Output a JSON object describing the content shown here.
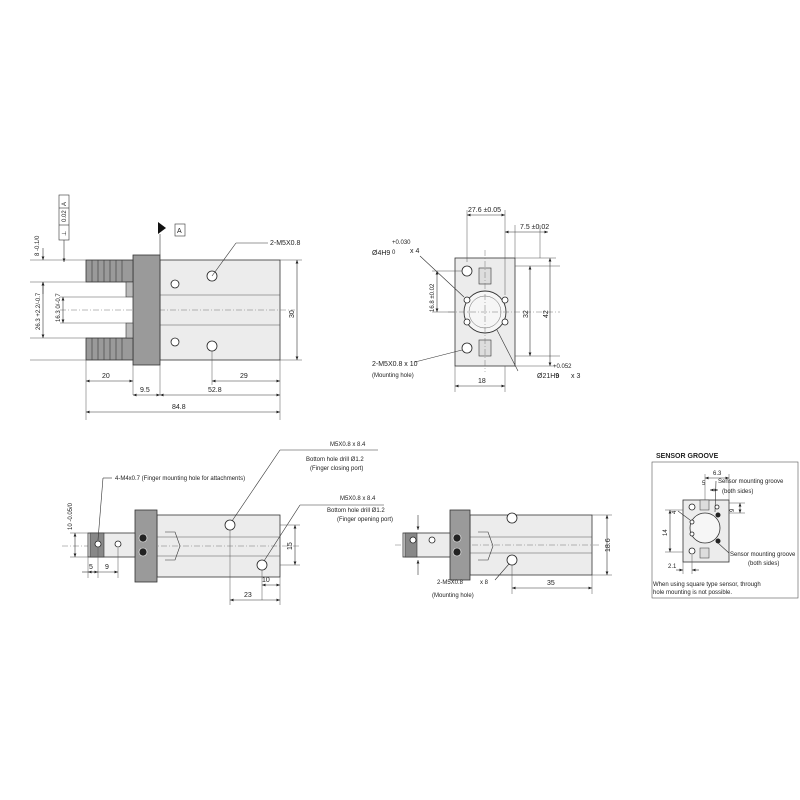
{
  "top_view": {
    "datum_label": "A",
    "tolerance_frame": [
      "⊥",
      "0.02",
      "A"
    ],
    "callout_m5": "2-M5X0.8",
    "dim_jaw": "8 -0.1/0",
    "dim_open": "26.3 +2.2/-0.7",
    "dim_closed": "16.3 0/-0.7",
    "dim_30": "30",
    "dim_20": "20",
    "dim_9_5": "9.5",
    "dim_29": "29",
    "dim_52_8": "52.8",
    "dim_84_8": "84.8"
  },
  "end_view": {
    "dim_27_6": "27.6 ±0.05",
    "dim_7_5": "7.5 ±0.02",
    "pin_hole": "Ø4H9",
    "pin_tol": "+0.030",
    "pin_tol0": "0",
    "pin_qty": "x 4",
    "dim_16_8": "16.8 ±0.02",
    "dim_32": "32",
    "dim_42": "42",
    "mount_callout": "2-M5X0.8 x 10",
    "mount_note": "(Mounting hole)",
    "dim_18": "18",
    "bore": "Ø21H9",
    "bore_tol": "+0.052",
    "bore_tol0": "0",
    "bore_qty": "x 3"
  },
  "side_view": {
    "finger_callout": "4-M4x0.7  (Finger mounting hole for  attachments)",
    "close_port_thread": "M5X0.8  x  8.4",
    "close_port_drill": "Bottom hole drill Ø1.2",
    "close_port_name": "(Finger closing port)",
    "open_port_thread": "M5X0.8  x  8.4",
    "open_port_drill": "Bottom hole drill Ø1.2",
    "open_port_name": "(Finger opening port)",
    "dim_10": "10 -0.05/0",
    "dim_5": "5",
    "dim_9": "9",
    "dim_15": "15",
    "dim_10b": "10",
    "dim_23": "23"
  },
  "bottom_view": {
    "dim_18_6": "18.6",
    "mount_callout": "2-M5X0.8",
    "mount_qty": "x  8",
    "mount_note": "(Mounting hole)",
    "dim_35": "35"
  },
  "sensor_groove": {
    "title": "SENSOR GROOVE",
    "dim_6_3": "6.3",
    "dim_5": "5",
    "dim_9": "9",
    "dim_4": "4",
    "dim_14": "14",
    "dim_2_1": "2.1",
    "groove_label": "Sensor mounting groove",
    "both_sides": "(both sides)",
    "groove_label2": "Sensor  mounting groove",
    "both_sides2": "(both sides)",
    "note_line1": "When using square type sensor, through",
    "note_line2": "hole mounting is not possible."
  }
}
